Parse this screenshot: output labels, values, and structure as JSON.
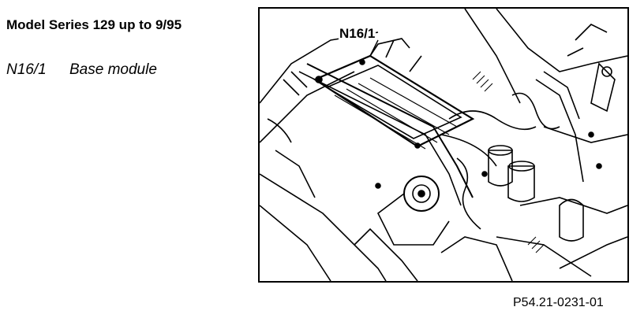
{
  "header": {
    "title": "Model Series 129 up to 9/95"
  },
  "legend": {
    "items": [
      {
        "code": "N16/1",
        "label": "Base module"
      }
    ]
  },
  "figure": {
    "callout": "N16/1",
    "reference": "P54.21-0231-01"
  }
}
